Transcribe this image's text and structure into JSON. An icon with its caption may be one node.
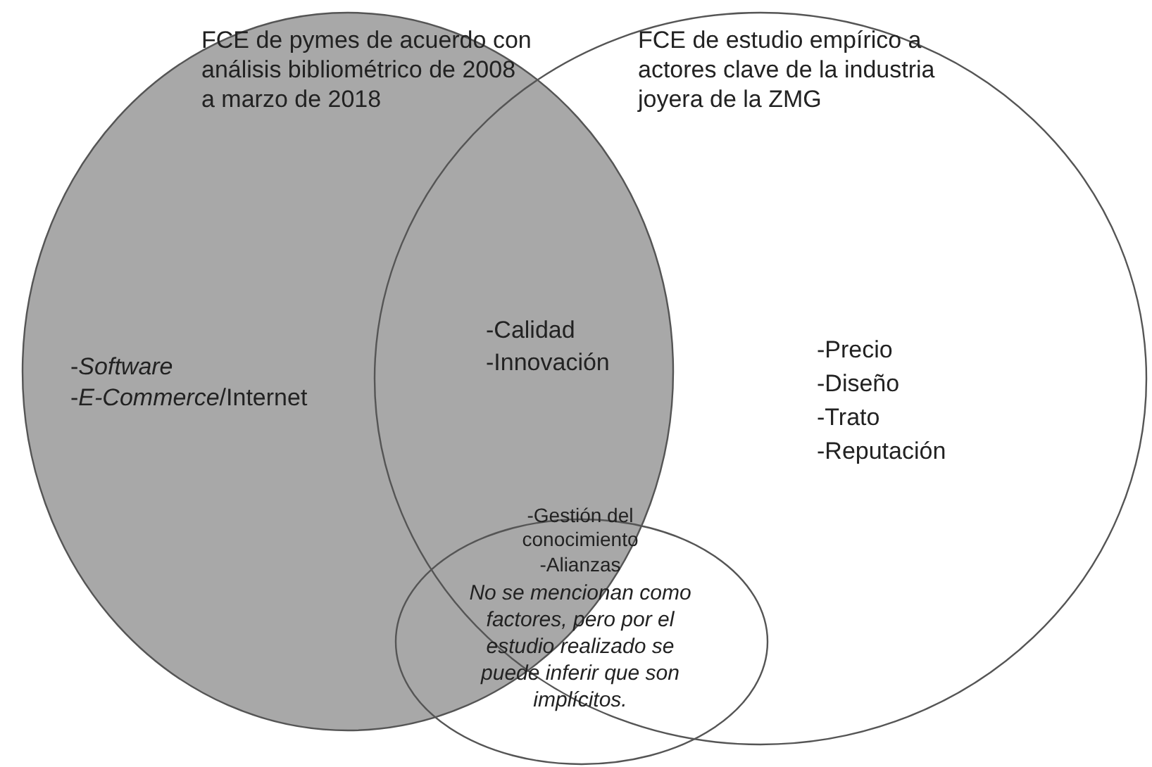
{
  "diagram": {
    "nodes": [
      {
        "text": [
          "FCE de pymes de acuerdo con análisis bibliométrico de 2008 a marzo de 2018",
          "-*Software*",
          "-*E-Commerce*/Internet"
        ]
      },
      {
        "text": [
          "FCE de estudio empírico a actores clave de la industria joyera de la ZMG",
          "-Precio",
          "-Diseño",
          "-Trato",
          "-Reputación"
        ]
      },
      {
        "text": [
          "-Gestión del conocimiento",
          "-Alianzas",
          "No se mencionan como factores, pero por el estudio realizado se puede inferir que son implícitos."
        ]
      }
    ],
    "edges": [],
    "labels": [
      "-Calidad",
      "-Innovación"
    ]
  }
}
